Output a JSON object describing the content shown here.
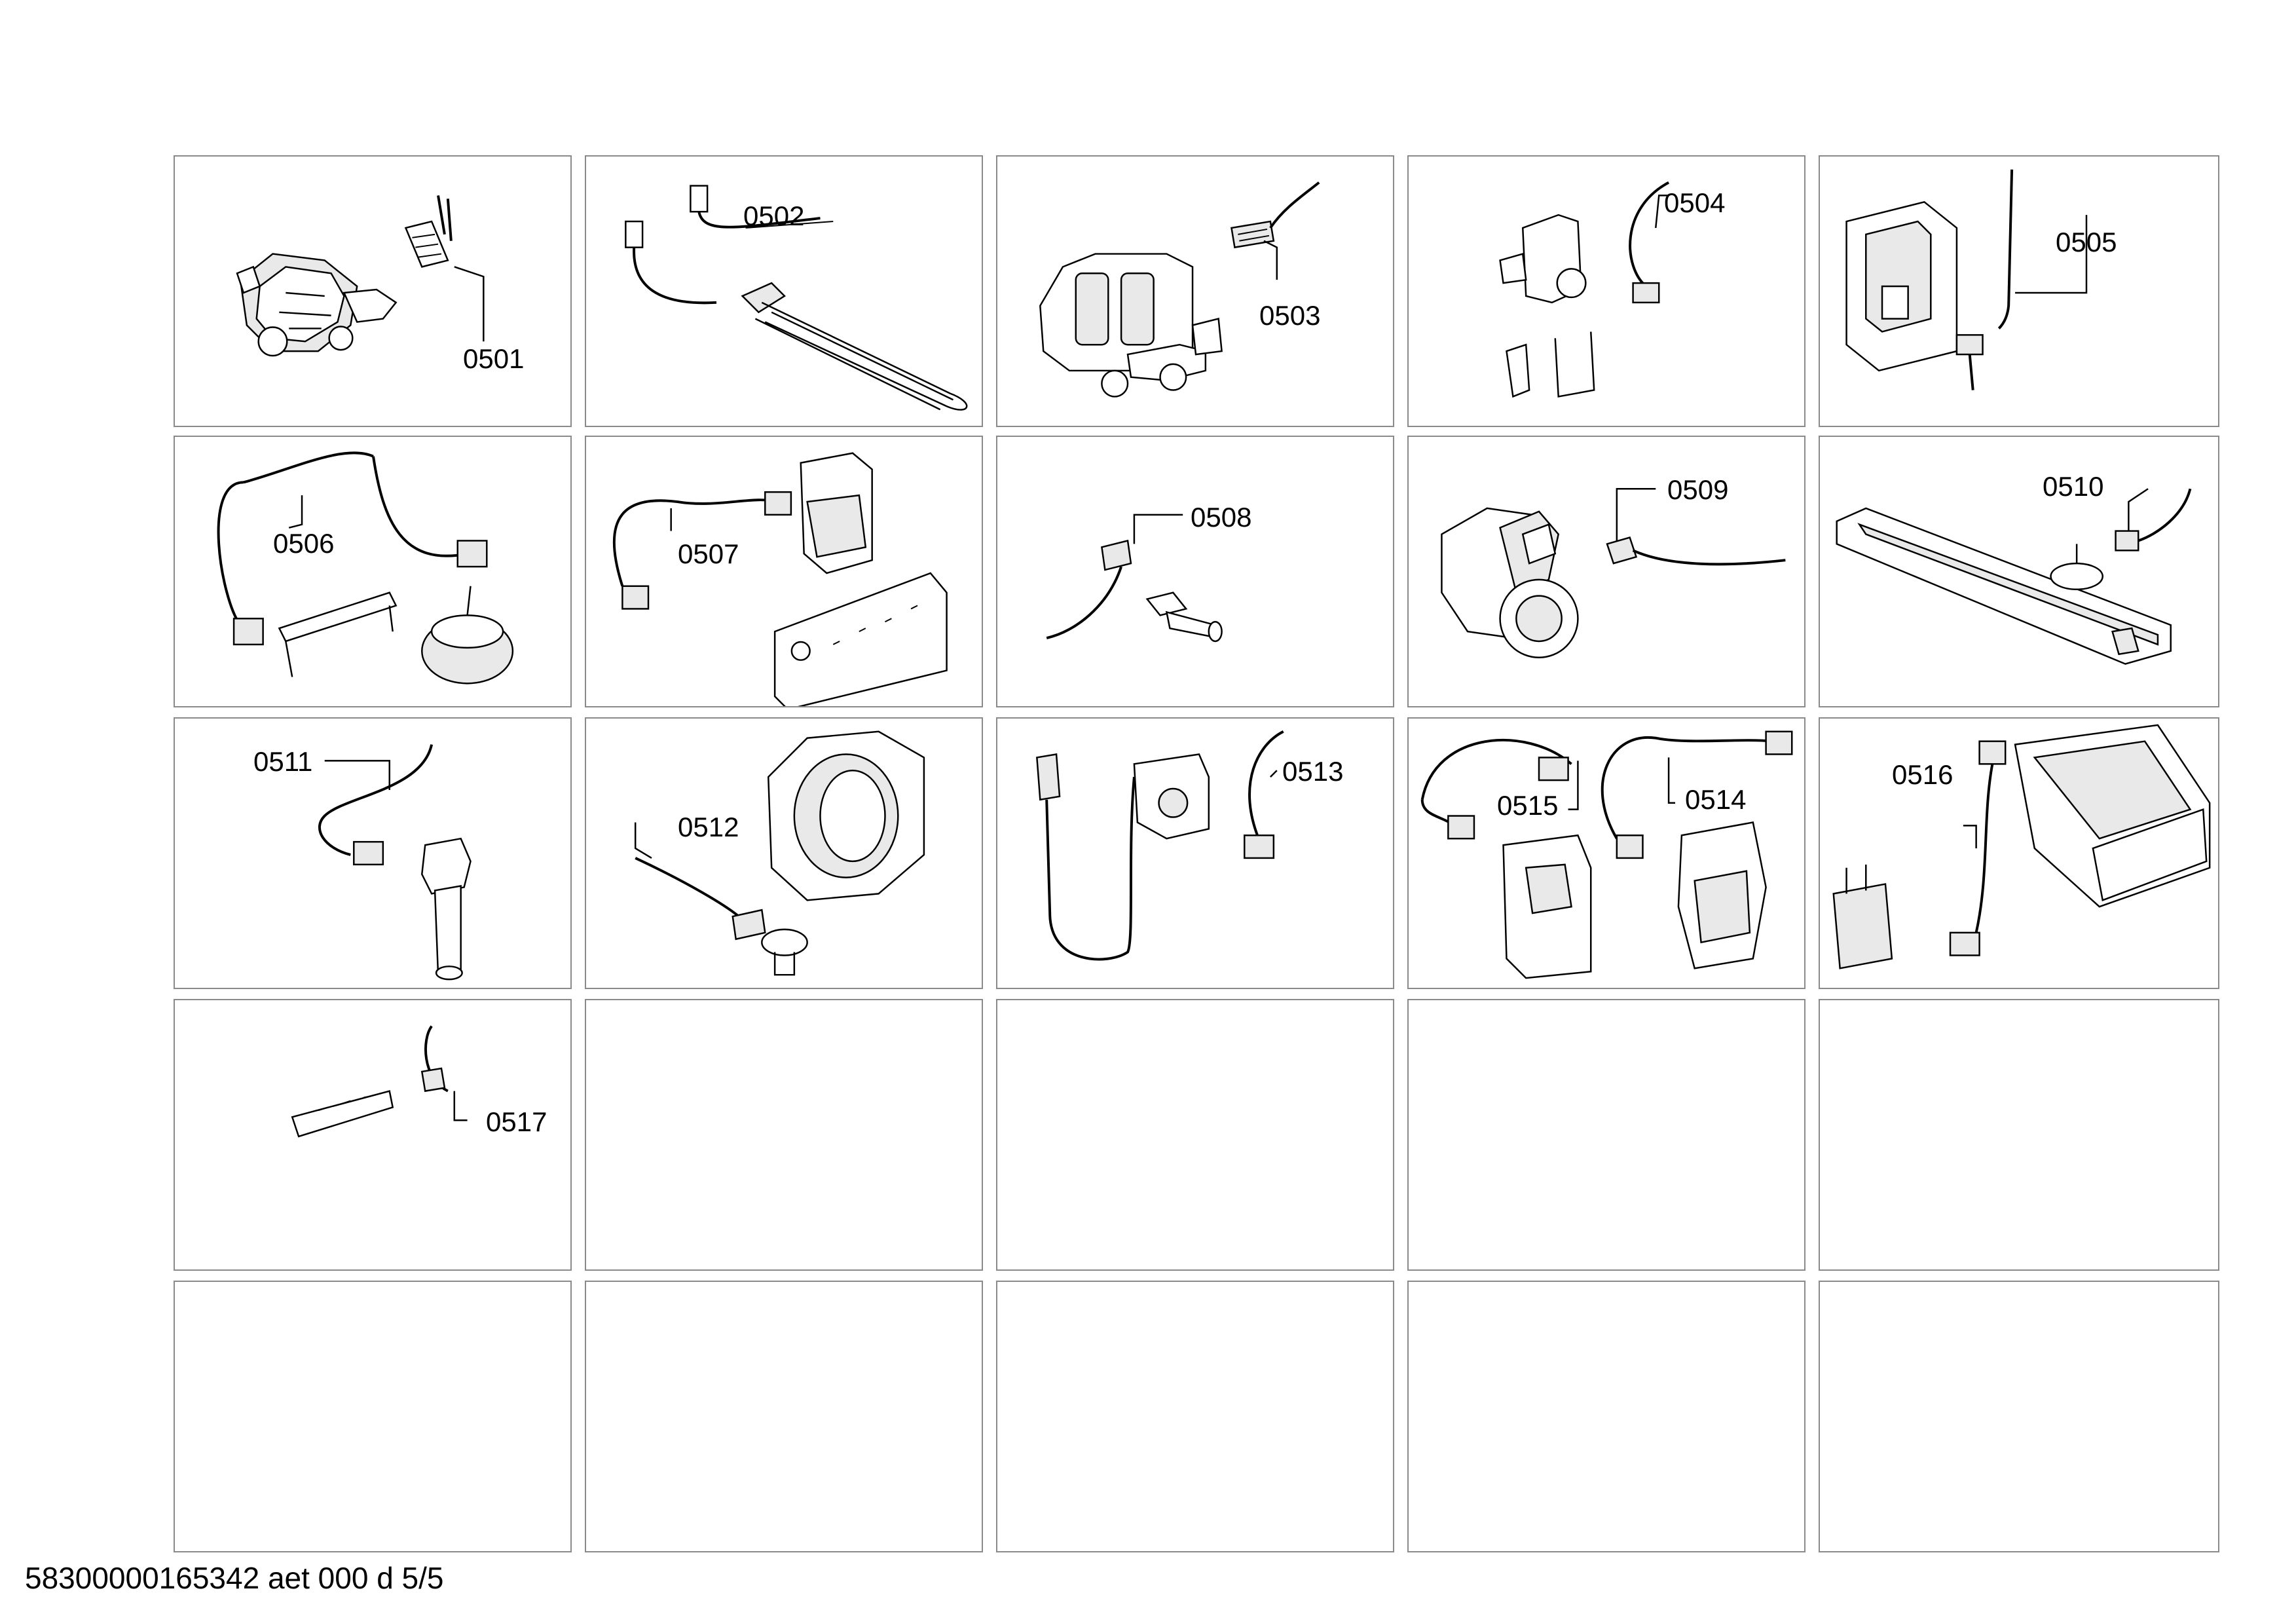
{
  "diagram": {
    "parts": [
      {
        "id": "0501"
      },
      {
        "id": "0502"
      },
      {
        "id": "0503"
      },
      {
        "id": "0504"
      },
      {
        "id": "0505"
      },
      {
        "id": "0506"
      },
      {
        "id": "0507"
      },
      {
        "id": "0508"
      },
      {
        "id": "0509"
      },
      {
        "id": "0510"
      },
      {
        "id": "0511"
      },
      {
        "id": "0512"
      },
      {
        "id": "0513"
      },
      {
        "id": "0514"
      },
      {
        "id": "0515"
      },
      {
        "id": "0516"
      },
      {
        "id": "0517"
      }
    ]
  },
  "footer": {
    "doc_ref": "58300000165342 aet 000 d 5/5"
  }
}
